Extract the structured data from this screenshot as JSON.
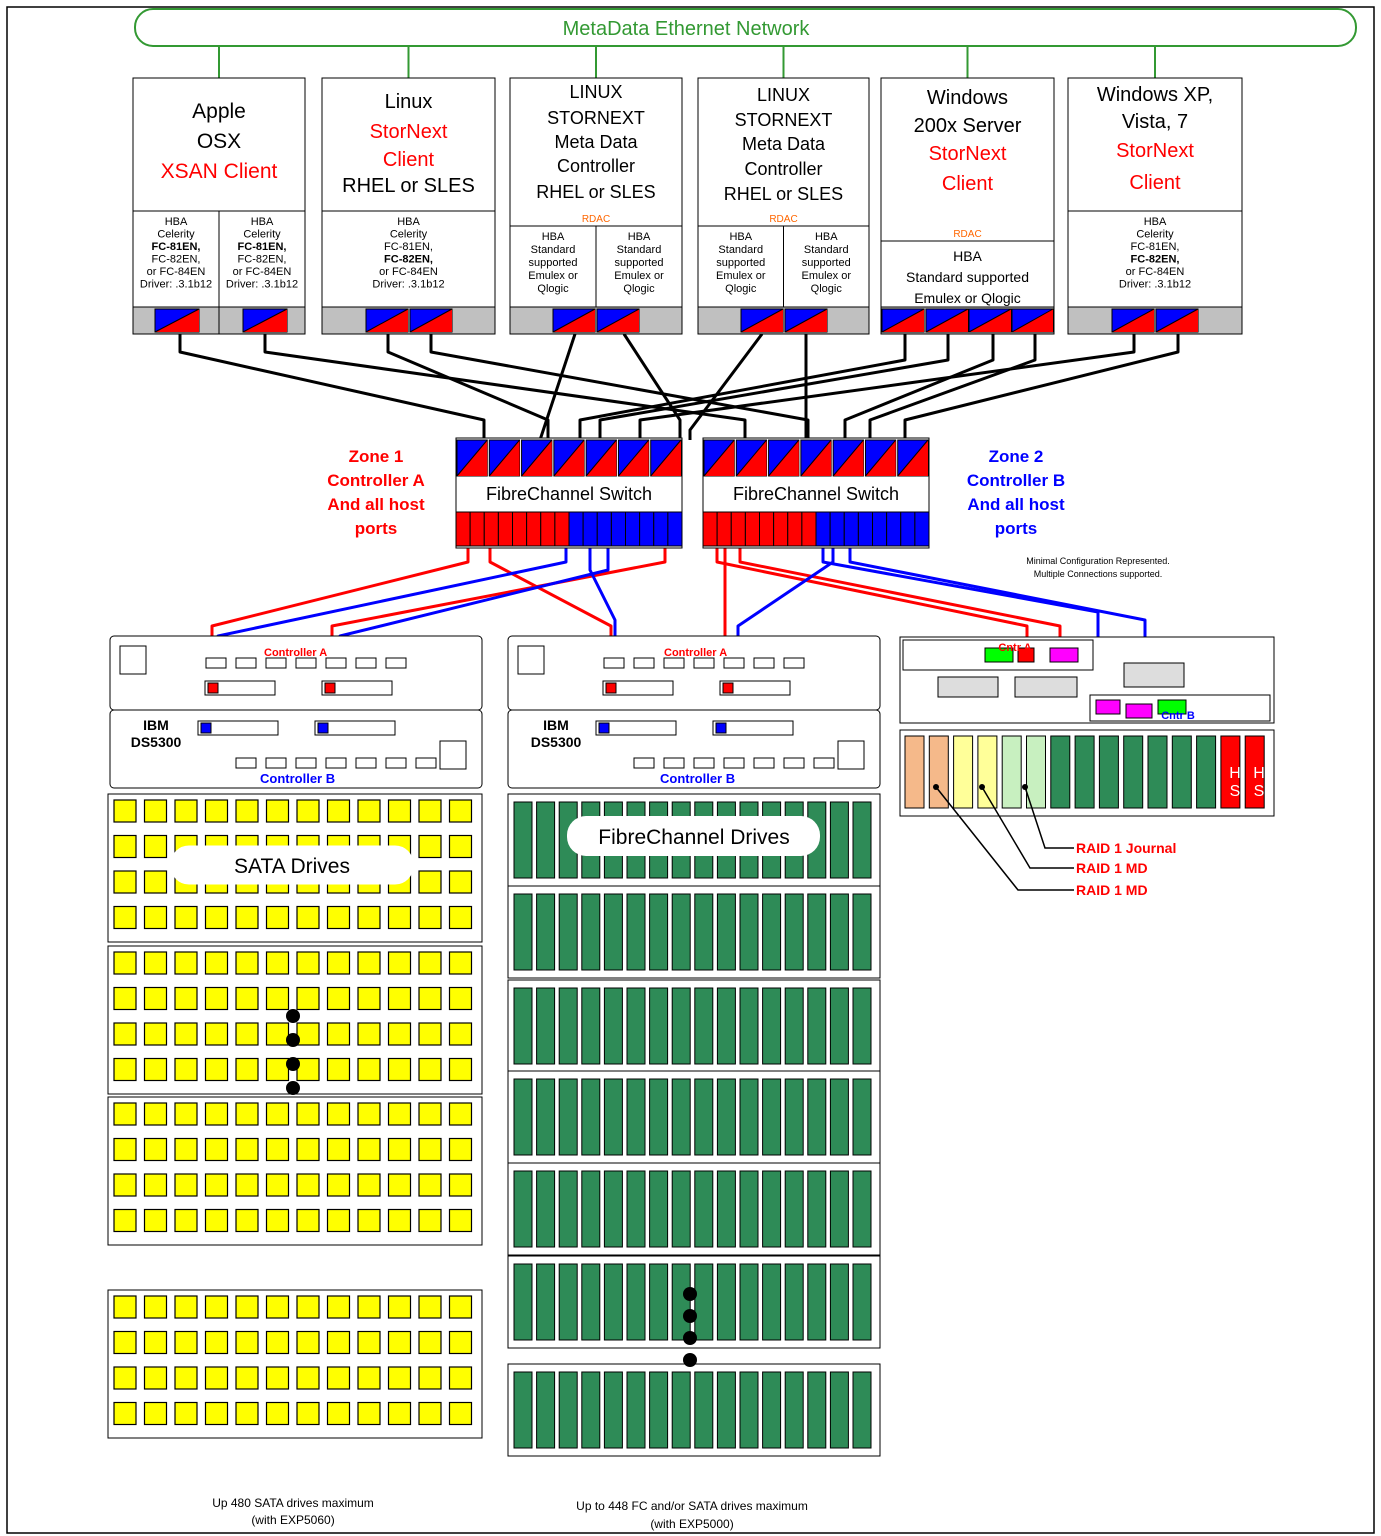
{
  "network": {
    "label": "MetaData Ethernet Network"
  },
  "hosts": [
    {
      "lines": [
        {
          "t": "Apple",
          "c": "#000"
        },
        {
          "t": "OSX",
          "c": "#000"
        },
        {
          "t": "XSAN Client",
          "c": "#ff0000"
        }
      ],
      "rdac": "",
      "hbas": [
        [
          "HBA",
          "Celerity",
          "FC-81EN,",
          "FC-82EN,",
          "or FC-84EN",
          "Driver: .3.1b12"
        ],
        [
          "HBA",
          "Celerity",
          "FC-81EN,",
          "FC-82EN,",
          "or FC-84EN",
          "Driver: .3.1b12"
        ]
      ],
      "bold": [
        "FC-81EN,"
      ]
    },
    {
      "lines": [
        {
          "t": "Linux",
          "c": "#000"
        },
        {
          "t": "StorNext",
          "c": "#ff0000"
        },
        {
          "t": "Client",
          "c": "#ff0000"
        },
        {
          "t": "RHEL or SLES",
          "c": "#000"
        }
      ],
      "rdac": "",
      "hbas": [
        [
          "HBA",
          "Celerity",
          "FC-81EN,",
          "FC-82EN,",
          "or FC-84EN",
          "Driver: .3.1b12"
        ]
      ],
      "bold": [
        "FC-82EN,"
      ]
    },
    {
      "lines": [
        {
          "t": "LINUX",
          "c": "#000"
        },
        {
          "t": "STORNEXT",
          "c": "#000"
        },
        {
          "t": "Meta Data",
          "c": "#000"
        },
        {
          "t": "Controller",
          "c": "#000"
        },
        {
          "t": "RHEL or SLES",
          "c": "#000"
        }
      ],
      "rdac": "RDAC",
      "hbas": [
        [
          "HBA",
          "Standard",
          "supported",
          "Emulex or",
          "Qlogic"
        ],
        [
          "HBA",
          "Standard",
          "supported",
          "Emulex or",
          "Qlogic"
        ]
      ],
      "bold": []
    },
    {
      "lines": [
        {
          "t": "LINUX",
          "c": "#000"
        },
        {
          "t": "STORNEXT",
          "c": "#000"
        },
        {
          "t": "Meta Data",
          "c": "#000"
        },
        {
          "t": "Controller",
          "c": "#000"
        },
        {
          "t": "RHEL or SLES",
          "c": "#000"
        }
      ],
      "rdac": "RDAC",
      "hbas": [
        [
          "HBA",
          "Standard",
          "supported",
          "Emulex or",
          "Qlogic"
        ],
        [
          "HBA",
          "Standard",
          "supported",
          "Emulex or",
          "Qlogic"
        ]
      ],
      "bold": []
    },
    {
      "lines": [
        {
          "t": "Windows",
          "c": "#000"
        },
        {
          "t": "200x Server",
          "c": "#000"
        },
        {
          "t": "StorNext",
          "c": "#ff0000"
        },
        {
          "t": "Client",
          "c": "#ff0000"
        }
      ],
      "rdac": "RDAC",
      "hbas": [
        [
          "HBA",
          "Standard supported",
          "Emulex or Qlogic"
        ]
      ],
      "bold": []
    },
    {
      "lines": [
        {
          "t": "Windows XP,",
          "c": "#000"
        },
        {
          "t": "Vista, 7",
          "c": "#000"
        },
        {
          "t": "StorNext",
          "c": "#ff0000"
        },
        {
          "t": "Client",
          "c": "#ff0000"
        }
      ],
      "rdac": "",
      "hbas": [
        [
          "HBA",
          "Celerity",
          "FC-81EN,",
          "FC-82EN,",
          "or FC-84EN",
          "Driver: .3.1b12"
        ]
      ],
      "bold": [
        "FC-82EN,"
      ]
    }
  ],
  "switches": [
    {
      "label": "FibreChannel Switch"
    },
    {
      "label": "FibreChannel Switch"
    }
  ],
  "zones": {
    "zone1": {
      "lines": [
        "Zone 1",
        "Controller A",
        "And all host",
        "ports"
      ],
      "color": "#ff0000"
    },
    "zone2": {
      "lines": [
        "Zone 2",
        "Controller B",
        "And all host",
        "ports"
      ],
      "color": "#0000ff"
    }
  },
  "note": {
    "lines": [
      "Minimal Configuration Represented.",
      "Multiple Connections supported."
    ]
  },
  "storage": [
    {
      "model": [
        "IBM",
        "DS5300"
      ],
      "ctrl_a": "Controller A",
      "ctrl_b": "Controller B",
      "drives_label": "SATA Drives",
      "footer": [
        "Up 480 SATA drives maximum",
        "(with EXP5060)"
      ]
    },
    {
      "model": [
        "IBM",
        "DS5300"
      ],
      "ctrl_a": "Controller A",
      "ctrl_b": "Controller B",
      "drives_label": "FibreChannel Drives",
      "footer": [
        "Up to 448 FC and/or SATA drives maximum",
        "(with EXP5000)"
      ]
    }
  ],
  "small_array": {
    "cntr_a": "Cntr A",
    "cntr_b": "Cntr B",
    "hs": [
      "H",
      "S"
    ],
    "raid": [
      "RAID 1 Journal",
      "RAID 1 MD",
      "RAID 1 MD"
    ]
  },
  "colors": {
    "red": "#ff0000",
    "blue": "#0000ff",
    "yellow": "#ffff00",
    "green": "#2e8b57",
    "sata_drive": "#ffff00",
    "fc_drive": "#2e8b57",
    "network_green": "#339933",
    "rdac": "#ff6600"
  }
}
